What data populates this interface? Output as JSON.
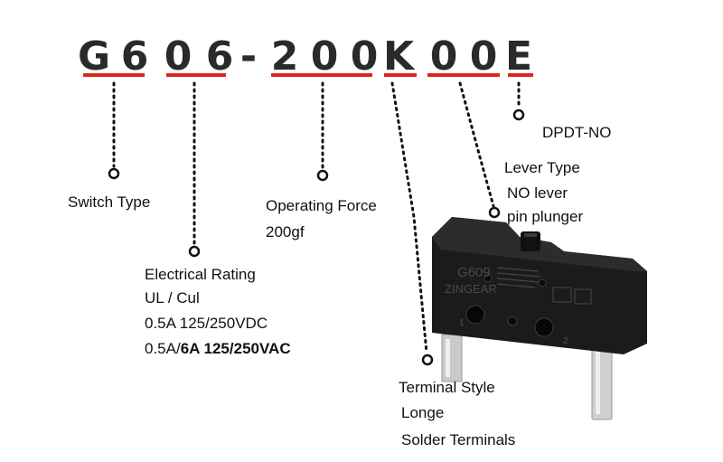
{
  "part_code": {
    "chars": [
      "G",
      "6",
      "0",
      "6",
      "-",
      "2",
      "0",
      "0",
      "K",
      "0",
      "0",
      "E"
    ]
  },
  "labels": {
    "switch_type": "Switch Type",
    "electrical_rating": {
      "title": "Electrical Rating",
      "lines": [
        "UL / Cul",
        "0.5A 125/250VDC"
      ],
      "last_prefix": "0.5A/",
      "last_bold": "6A 125/250VAC"
    },
    "operating_force": {
      "title": "Operating Force",
      "value": "200gf"
    },
    "terminal_style": {
      "title": "Terminal Style",
      "lines": [
        "Longe",
        "Solder Terminals"
      ]
    },
    "lever_type": {
      "title": "Lever Type",
      "lines": [
        "NO lever",
        "pin plunger"
      ]
    },
    "contact": {
      "title": "DPDT-NO"
    }
  },
  "product_markings": {
    "model": "G609",
    "brand": "ZINGEAR",
    "pin_labels": [
      "1",
      "2"
    ]
  },
  "colors": {
    "underline": "#d8291d",
    "code_text": "#2a2a2a",
    "switch_body": "#1b1b1b",
    "terminal": "#c9c9c9"
  }
}
